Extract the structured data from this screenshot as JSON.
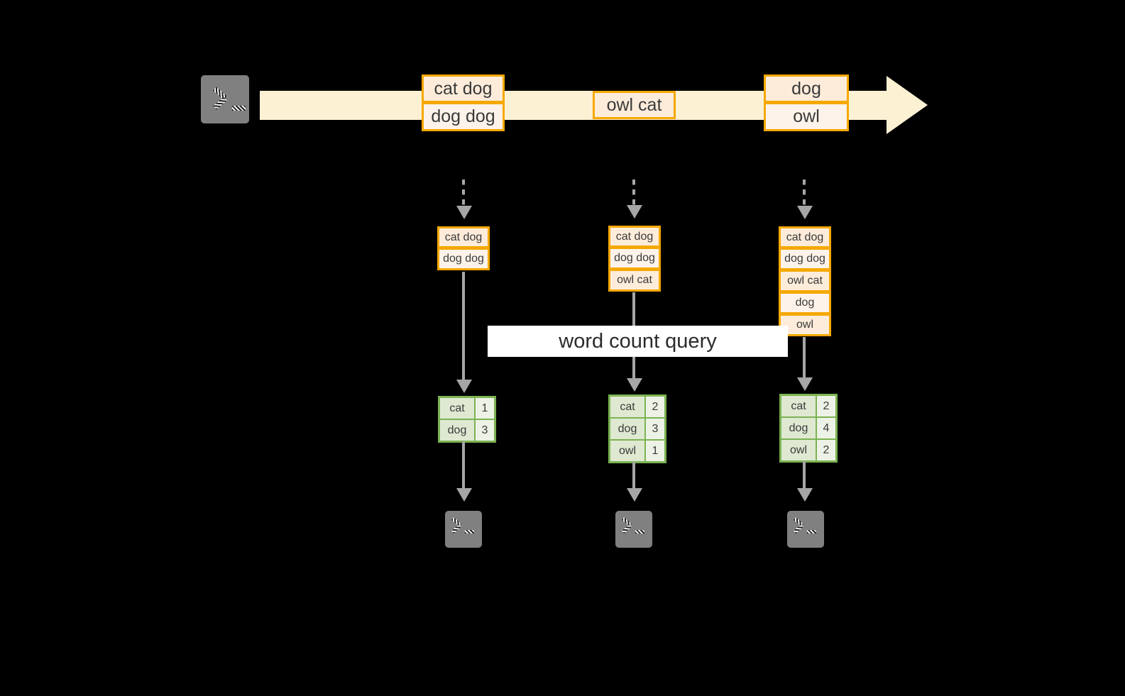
{
  "diagram": {
    "title": "word count query over an event stream",
    "colors": {
      "stream_band": "#FDF1D4",
      "event_border": "#F5A800",
      "event_fill_dark": "#FDECDA",
      "event_fill_light": "#FDF3EA",
      "table_border": "#7BB352",
      "table_key_fill": "#DFE9D2",
      "table_val_fill": "#EDF2E6",
      "connector": "#A6A6A6",
      "terminal_fill": "#808080",
      "background": "#000000",
      "label_fill": "#FFFFFF"
    },
    "query_label": "word count query",
    "source": {
      "icon": "terminal-icon",
      "prompt": ">_"
    },
    "stream": {
      "direction": "left-to-right",
      "groups": [
        {
          "name": "batch-1",
          "events": [
            {
              "text": "cat dog",
              "shade": "dark"
            },
            {
              "text": "dog dog",
              "shade": "light"
            }
          ]
        },
        {
          "name": "batch-2",
          "events": [
            {
              "text": "owl cat",
              "shade": "dark"
            }
          ]
        },
        {
          "name": "batch-3",
          "events": [
            {
              "text": "dog",
              "shade": "dark"
            },
            {
              "text": "owl",
              "shade": "light"
            }
          ]
        }
      ]
    },
    "snapshots": [
      {
        "name": "snapshot-1",
        "events": [
          "cat dog",
          "dog dog"
        ],
        "result": {
          "rows": [
            {
              "word": "cat",
              "count": "1"
            },
            {
              "word": "dog",
              "count": "3"
            }
          ]
        },
        "sink": {
          "icon": "terminal-icon",
          "prompt": ">_"
        }
      },
      {
        "name": "snapshot-2",
        "events": [
          "cat dog",
          "dog dog",
          "owl cat"
        ],
        "result": {
          "rows": [
            {
              "word": "cat",
              "count": "2"
            },
            {
              "word": "dog",
              "count": "3"
            },
            {
              "word": "owl",
              "count": "1"
            }
          ]
        },
        "sink": {
          "icon": "terminal-icon",
          "prompt": ">_"
        }
      },
      {
        "name": "snapshot-3",
        "events": [
          "cat dog",
          "dog dog",
          "owl cat",
          "dog",
          "owl"
        ],
        "result": {
          "rows": [
            {
              "word": "cat",
              "count": "2"
            },
            {
              "word": "dog",
              "count": "4"
            },
            {
              "word": "owl",
              "count": "2"
            }
          ]
        },
        "sink": {
          "icon": "terminal-icon",
          "prompt": ">_"
        }
      }
    ]
  }
}
